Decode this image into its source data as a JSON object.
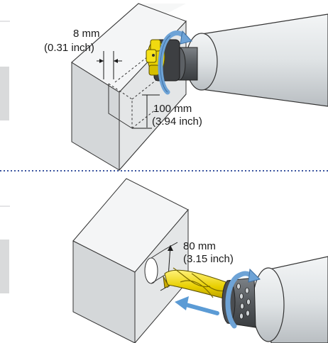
{
  "top_panel": {
    "depth_label_mm": "8 mm",
    "depth_label_inch": "(0.31 inch)",
    "width_label_mm": "100 mm",
    "width_label_inch": "(3.94 inch)"
  },
  "bottom_panel": {
    "diameter_label_mm": "80 mm",
    "diameter_label_inch": "(3.15 inch)"
  },
  "colors": {
    "block_front": "#e4e6e7",
    "block_top": "#f6f7f7",
    "block_side": "#d0d3d5",
    "left_tab": "#d9dadb",
    "spindle_body": "#dfe2e4",
    "tool_yellow": "#e8d000",
    "rotation_arrow": "#6ea3d6",
    "feed_arrow": "#5b9bd5",
    "separator": "#3b55a0"
  },
  "icons": {
    "rotation": "rotation-arrow-icon",
    "feed": "feed-direction-arrow-icon"
  }
}
